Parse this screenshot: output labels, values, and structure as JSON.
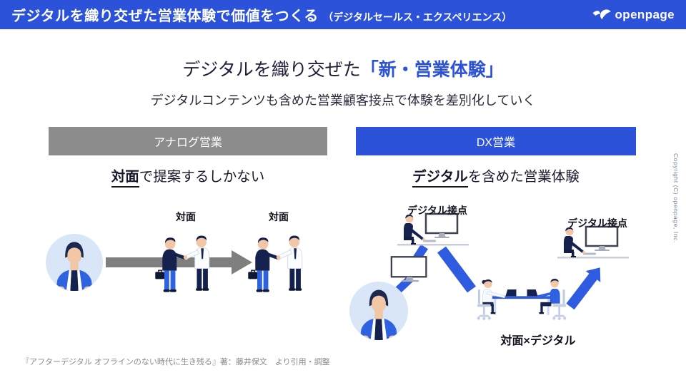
{
  "slide": {
    "header": {
      "title": "デジタルを織り交ぜた営業体験で価値をつくる",
      "subtitle": "（デジタルセールス・エクスペリエンス）"
    },
    "brand": {
      "name": "openpage"
    },
    "title": {
      "prefix": "デジタルを織り交ぜた",
      "accent": "「新・営業体験」"
    },
    "subtitle": "デジタルコンテンツも含めた営業顧客接点で体験を差別化していく",
    "analog": {
      "header": "アナログ営業",
      "caption_em": "対面",
      "caption_rest": "で提案するしかない",
      "label1": "対面",
      "label2": "対面"
    },
    "dx": {
      "header": "DX営業",
      "caption_em": "デジタル",
      "caption_rest": "を含めた営業体験",
      "touchpoint1": "デジタル接点",
      "touchpoint2": "デジタル接点",
      "meeting": "対面×デジタル"
    },
    "footer": {
      "citation": "『アフターデジタル オフラインのない時代に生き残る』著：藤井保文　より引用・調整",
      "copyright": "Copyright (C) openpage, Inc."
    },
    "colors": {
      "accent_blue": "#2B52D9",
      "analog_gray": "#8C8C8C",
      "arrow_gray": "#7F7F7F",
      "flow_arrow_blue": "#2E5BE0",
      "navy": "#16224E",
      "suit_blue": "#2F62E0",
      "avatar_bg": "#D9E6F7",
      "skin": "#F1C7A5"
    }
  }
}
